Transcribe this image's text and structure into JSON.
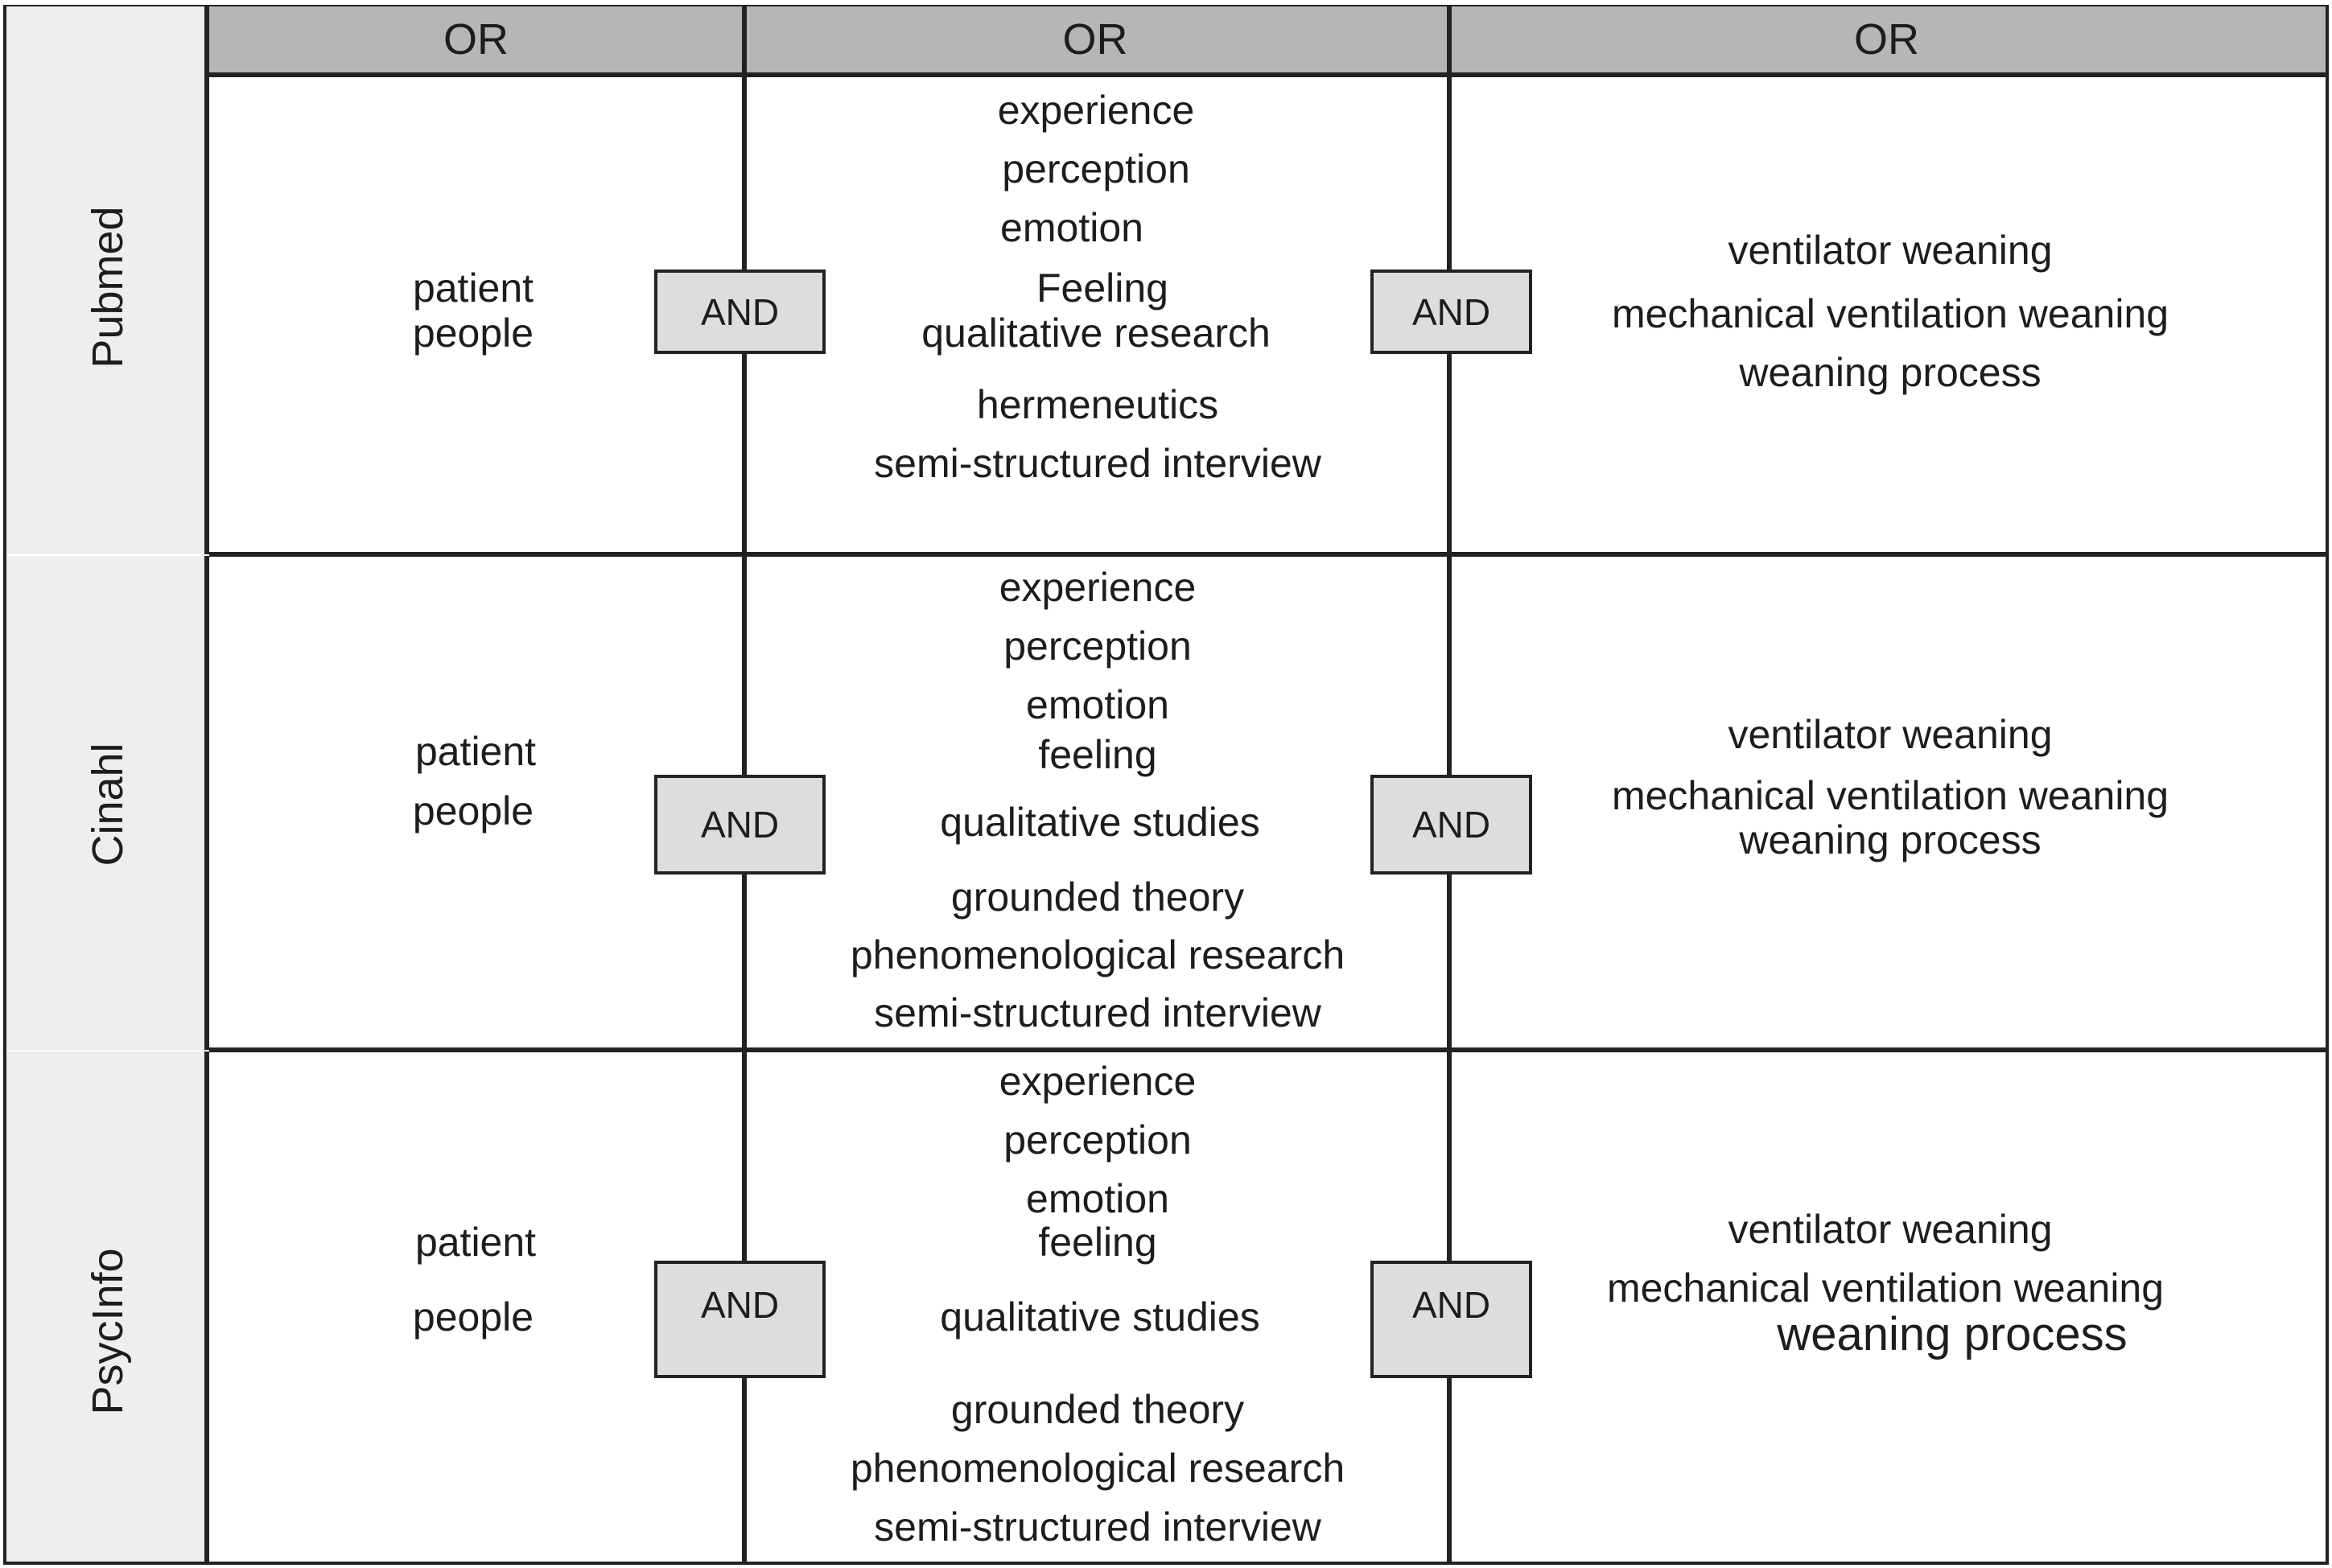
{
  "header": {
    "col1_label": "OR",
    "col2_label": "OR",
    "col3_label": "OR"
  },
  "rows": [
    {
      "database": "Pubmed",
      "population": [
        "patient",
        "people"
      ],
      "connector_1": "AND",
      "phenomenon": [
        "experience",
        "perception",
        "emotion",
        "Feeling",
        "qualitative research",
        "hermeneutics",
        "semi-structured interview"
      ],
      "connector_2": "AND",
      "context": [
        "ventilator weaning",
        "mechanical ventilation weaning",
        "weaning process"
      ]
    },
    {
      "database": "Cinahl",
      "population": [
        "patient",
        "people"
      ],
      "connector_1": "AND",
      "phenomenon": [
        "experience",
        "perception",
        "emotion",
        "feeling",
        "qualitative studies",
        "grounded theory",
        "phenomenological research",
        "semi-structured interview"
      ],
      "connector_2": "AND",
      "context": [
        "ventilator weaning",
        "mechanical ventilation weaning",
        "weaning process"
      ]
    },
    {
      "database": "PsycInfo",
      "population": [
        "patient",
        "people"
      ],
      "connector_1": "AND",
      "phenomenon": [
        "experience",
        "perception",
        "emotion",
        "feeling",
        "qualitative studies",
        "grounded theory",
        "phenomenological research",
        "semi-structured interview"
      ],
      "connector_2": "AND",
      "context": [
        "ventilator weaning",
        "mechanical ventilation weaning",
        "weaning process"
      ]
    }
  ]
}
